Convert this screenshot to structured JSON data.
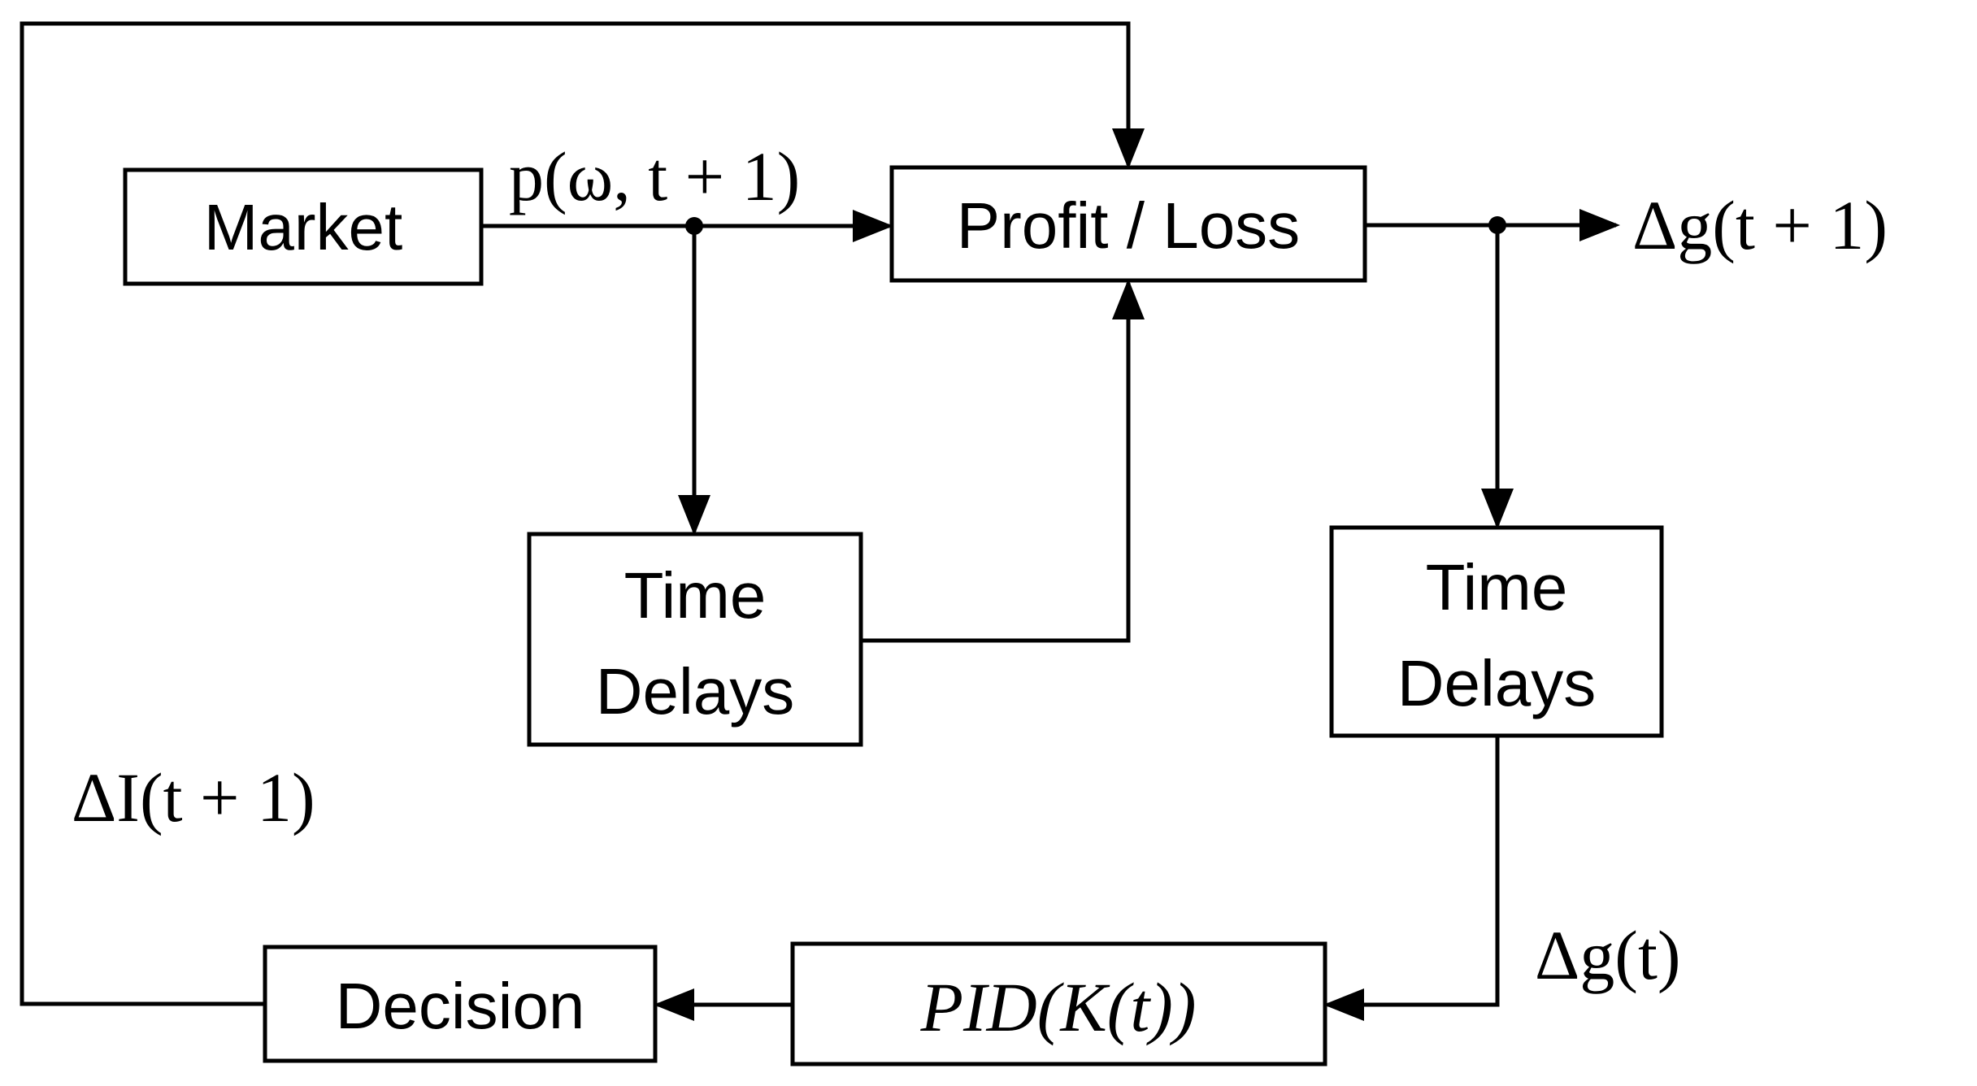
{
  "blocks": {
    "market": "Market",
    "profit_loss": "Profit / Loss",
    "time_delays_left": [
      "Time",
      "Delays"
    ],
    "time_delays_right": [
      "Time",
      "Delays"
    ],
    "pid": "PID(K(t))",
    "decision": "Decision"
  },
  "signals": {
    "price": "p(ω, t + 1)",
    "gain_out": "Δg(t + 1)",
    "gain_delayed": "Δg(t)",
    "investment": "ΔI(t + 1)"
  },
  "colors": {
    "stroke": "#000000",
    "background": "#ffffff"
  }
}
